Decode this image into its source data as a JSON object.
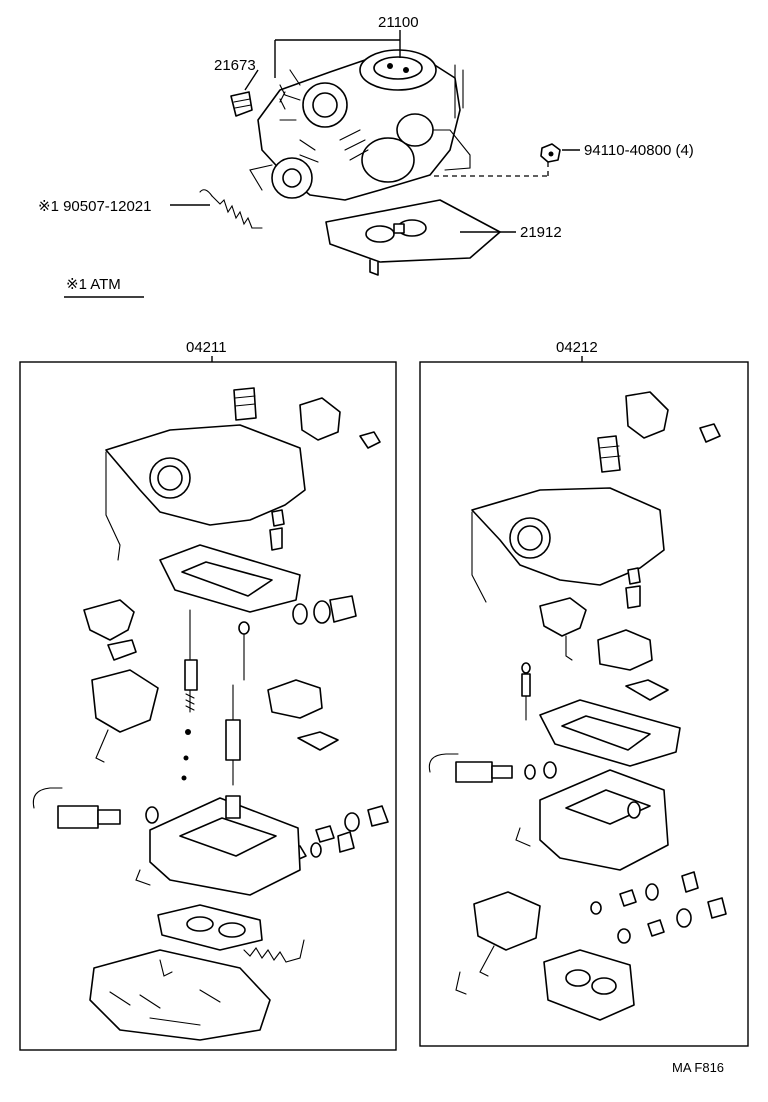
{
  "labels": {
    "assembly": "21100",
    "cap": "21673",
    "nut": "94110-40800 (4)",
    "spring": "※1 90507-12021",
    "gasket": "21912",
    "note": "※1 ATM",
    "kit_left": "04211",
    "kit_right": "04212",
    "page_code": "MA F816"
  },
  "colors": {
    "line": "#000000",
    "background": "#ffffff"
  }
}
